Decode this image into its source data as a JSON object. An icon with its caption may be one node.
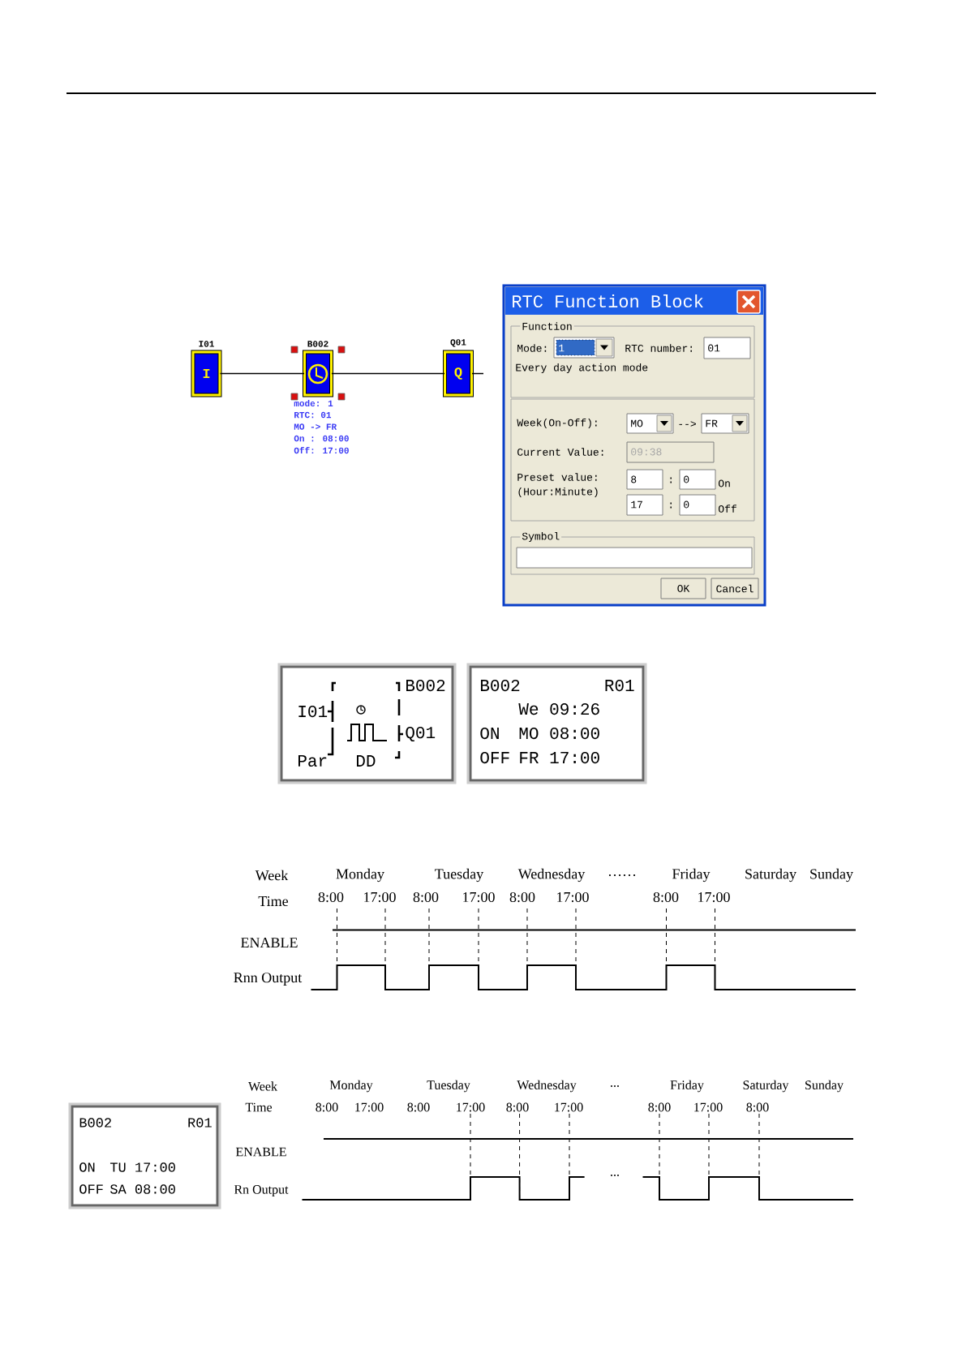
{
  "diagram": {
    "nodes": [
      {
        "text": [
          "I"
        ],
        "beside": [
          "I01"
        ]
      },
      {
        "text": [],
        "shape": "box",
        "beside": [
          "B002",
          "mode: 1",
          "RTC: 01",
          "MO -> FR",
          "On : 08:00",
          "Off: 17:00"
        ]
      },
      {
        "text": [
          "Q"
        ],
        "beside": [
          "Q01"
        ]
      }
    ],
    "edges": [
      {
        "from": 0,
        "to": 1,
        "arrow": "none"
      },
      {
        "from": 1,
        "to": 2,
        "arrow": "none"
      }
    ],
    "labels": [
      "RTC Function Block",
      "Function",
      "Mode:",
      "1",
      "RTC number:",
      "01",
      "Every day action mode",
      "Week(On-Off):",
      "MO",
      "-->",
      "FR",
      "Current Value:",
      "09:38",
      "Preset value:",
      "8",
      ":",
      "0",
      "On",
      "(Hour:Minute)",
      "17",
      ":",
      "0",
      "Off",
      "Symbol",
      "OK",
      "Cancel",
      "B002",
      "I01",
      "Q01",
      "Par",
      "DD",
      "B002",
      "R01",
      "We 09:26",
      "ON",
      "MO 08:00",
      "OFF",
      "FR 17:00",
      "Week",
      "Monday",
      "Tuesday",
      "Wednesday",
      "……",
      "Friday",
      "Saturday",
      "Sunday",
      "Time",
      "8:00",
      "17:00",
      "8:00",
      "17:00",
      "8:00",
      "17:00",
      "8:00",
      "17:00",
      "ENABLE",
      "Rnn Output",
      "B002",
      "R01",
      "ON",
      "TU 17:00",
      "OFF",
      "SA 08:00",
      "Week",
      "Monday",
      "Tuesday",
      "Wednesday",
      "...",
      "Friday",
      "Saturday",
      "Sunday",
      "Time",
      "8:00",
      "17:00",
      "8:00",
      "17:00",
      "8:00",
      "17:00",
      "8:00",
      "17:00",
      "8:00",
      "ENABLE",
      "...",
      "Rn Output"
    ]
  }
}
